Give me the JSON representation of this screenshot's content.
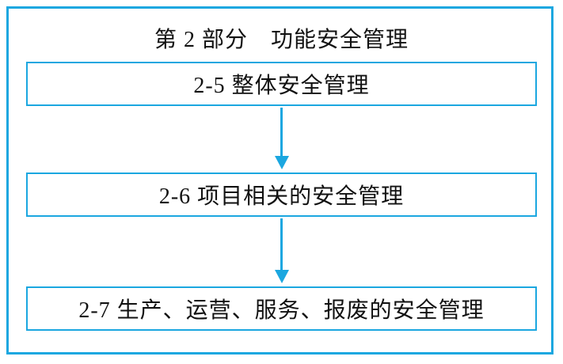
{
  "diagram": {
    "title": "第 2 部分　功能安全管理",
    "accent_color": "#1ba7e0",
    "boxes": [
      {
        "label": "2-5 整体安全管理"
      },
      {
        "label": "2-6 项目相关的安全管理"
      },
      {
        "label": "2-7 生产、运营、服务、报废的安全管理"
      }
    ],
    "connectors": [
      {
        "from": "2-5 整体安全管理",
        "to": "2-6 项目相关的安全管理",
        "type": "arrow-down"
      },
      {
        "from": "2-6 项目相关的安全管理",
        "to": "2-7 生产、运营、服务、报废的安全管理",
        "type": "arrow-down"
      }
    ]
  }
}
